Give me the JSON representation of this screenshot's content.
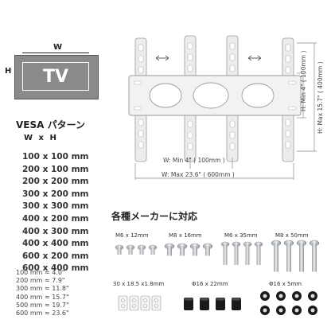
{
  "tv_diagram": {
    "tv_label": "TV",
    "w_letter": "W",
    "h_letter": "H"
  },
  "vesa": {
    "title": "VESA パターン",
    "wxh": "W x H",
    "sizes": [
      "100 x 100 mm",
      "200 x 100 mm",
      "200 x 200 mm",
      "300 x 200 mm",
      "300 x 300 mm",
      "400 x 200 mm",
      "400 x 300 mm",
      "400 x 400 mm",
      "600 x 200 mm",
      "600 x 400 mm"
    ],
    "conversions": [
      "100 mm ≈  4.0\"",
      "200 mm ≈  7.9\"",
      "300 mm ≈ 11.8\"",
      "400 mm ≈ 15.7\"",
      "500 mm ≈ 19.7\"",
      "600 mm ≈ 23.6\""
    ]
  },
  "dimensions": {
    "w_min": "W:  Min  4\"  ( 100mm )",
    "w_max": "W:  Max  23.6\"  ( 600mm )",
    "h_min": "H:  Min  4\"  ( 100mm )",
    "h_max": "H:  Max  15.7\"  ( 400mm )"
  },
  "parts": {
    "title": "各種メーカーに対応",
    "labels": [
      "M6 x 12mm",
      "M8 x 16mm",
      "M6 x 35mm",
      "M8 x 50mm",
      "30 x 18.5 x1.8mm",
      "Φ16 x 22mm",
      "Φ16 x 5mm"
    ]
  },
  "colors": {
    "tv_fill": "#8a8a8a",
    "bracket": "#e9e9e9",
    "bracket_stroke": "#9a9a9a",
    "accent_dark": "#222222"
  }
}
